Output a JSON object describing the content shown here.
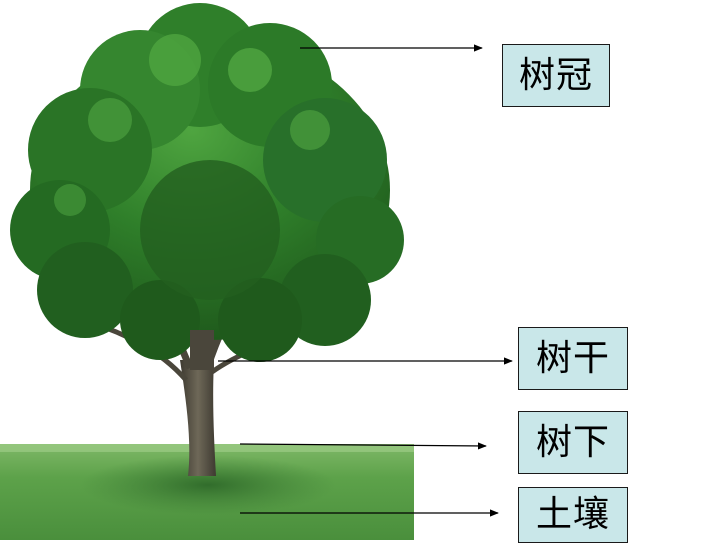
{
  "labels": {
    "crown": "树冠",
    "trunk": "树干",
    "under": "树下",
    "soil": "土壤"
  },
  "colors": {
    "label_fill": "#c9e7e9",
    "label_border": "#1a1a1a",
    "foliage_dark": "#1f5a1c",
    "foliage_mid": "#2f7f2a",
    "foliage_light": "#4fa540",
    "grass": "#5da24a",
    "trunk": "#5a5548",
    "arrow": "#000000"
  }
}
